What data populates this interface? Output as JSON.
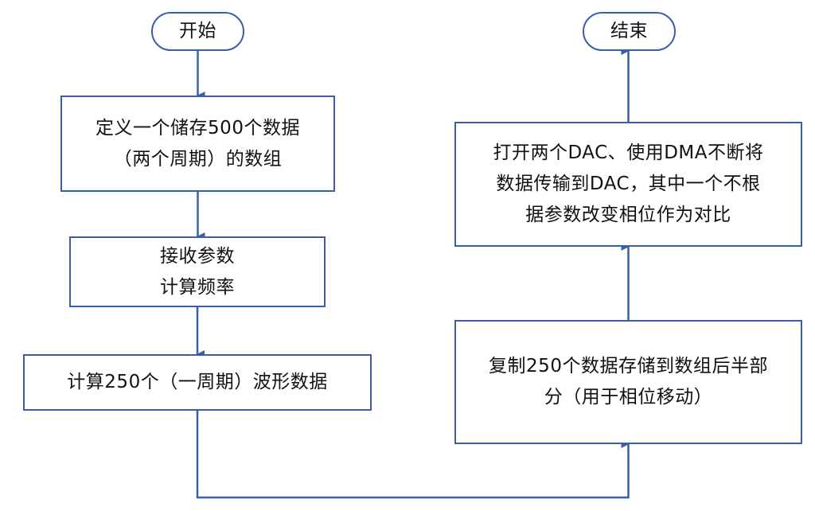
{
  "diagram": {
    "type": "flowchart",
    "stroke_color": "#3a5ea8",
    "text_color": "#111111",
    "nodes": {
      "start": {
        "shape": "terminal",
        "text": "开始"
      },
      "define_array": {
        "shape": "process",
        "text": "定义一个储存500个数据\n（两个周期）的数组"
      },
      "receive_params": {
        "shape": "process",
        "text": "接收参数\n计算频率"
      },
      "compute_waveform": {
        "shape": "process",
        "text": "计算250个（一周期）波形数据"
      },
      "copy_data": {
        "shape": "process",
        "text": "复制250个数据存储到数组后半部\n分（用于相位移动）"
      },
      "open_dac": {
        "shape": "process",
        "text": "打开两个DAC、使用DMA不断将\n数据传输到DAC，其中一个不根\n据参数改变相位作为对比"
      },
      "end": {
        "shape": "terminal",
        "text": "结束"
      }
    },
    "edges": [
      {
        "from": "start",
        "to": "define_array"
      },
      {
        "from": "define_array",
        "to": "receive_params"
      },
      {
        "from": "receive_params",
        "to": "compute_waveform"
      },
      {
        "from": "compute_waveform",
        "to": "copy_data"
      },
      {
        "from": "copy_data",
        "to": "open_dac"
      },
      {
        "from": "open_dac",
        "to": "end"
      }
    ]
  }
}
